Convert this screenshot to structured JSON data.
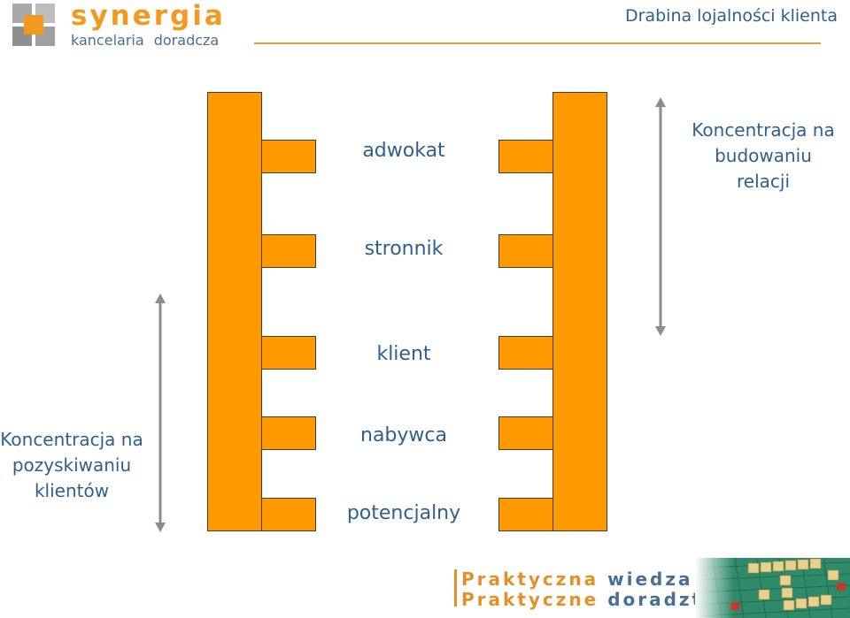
{
  "header": {
    "logo_name": "synergia",
    "logo_sub": "kancelaria doradcza",
    "title": "Drabina lojalności klienta"
  },
  "levels": [
    {
      "label": "adwokat"
    },
    {
      "label": "stronnik"
    },
    {
      "label": "klient"
    },
    {
      "label": "nabywca"
    },
    {
      "label": "potencjalny"
    }
  ],
  "captions": {
    "relationship_focus": [
      "Koncentracja na",
      "budowaniu",
      "relacji"
    ],
    "acquisition_focus": [
      "Koncentracja na",
      "pozyskiwaniu",
      "klientów"
    ]
  },
  "footer": {
    "line1_a": "Praktyczna",
    "line1_b": "wiedza",
    "line2_a": "Praktyczne",
    "line2_b": "doradztwo"
  },
  "colors": {
    "ladder": "#ff9900",
    "brand_orange": "#f39a1e",
    "text_blue": "#2f5f91",
    "arrow_gray": "#8c8c8c"
  }
}
